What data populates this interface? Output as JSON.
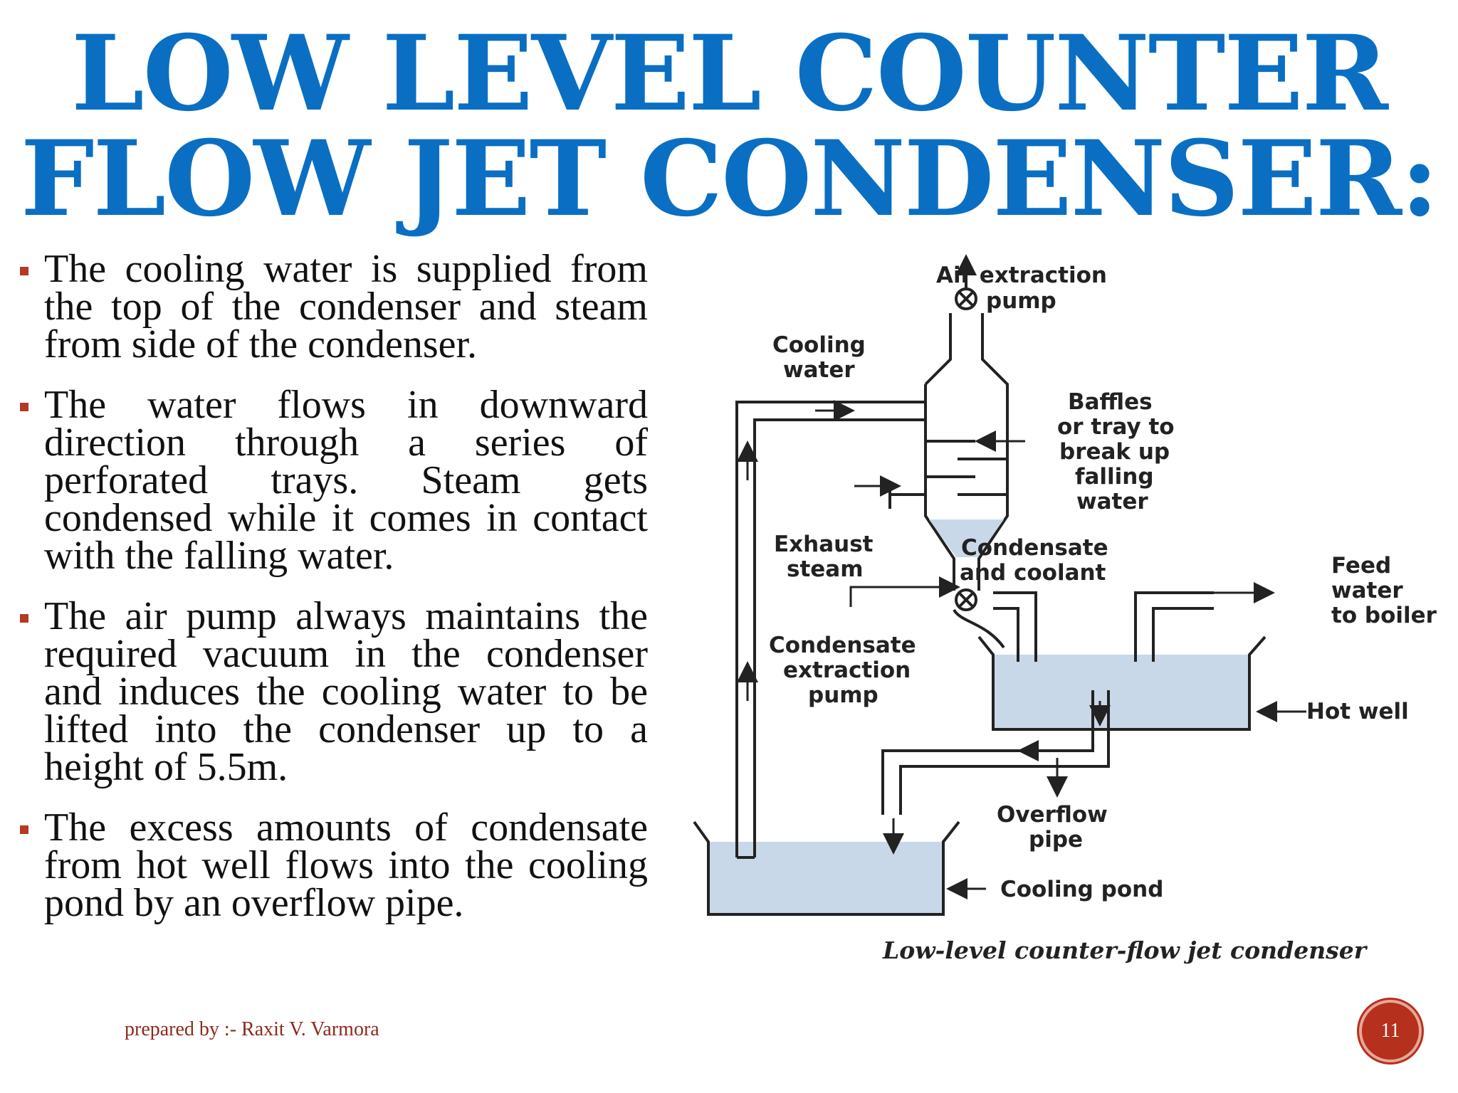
{
  "title": {
    "line1": "LOW LEVEL COUNTER",
    "line2": "FLOW JET CONDENSER:"
  },
  "bullets": [
    "The cooling water is supplied from the top of the condenser and steam from side of the condenser.",
    "The water flows in downward direction through a series of perforated trays. Steam gets condensed while it comes in contact with the falling water.",
    "The air pump always maintains the required vacuum in the condenser and induces the cooling water to be lifted into the condenser up to a height of 5.5m.",
    "The excess amounts of condensate from hot well flows into the cooling pond by an overflow pipe."
  ],
  "diagram": {
    "labels": {
      "air_extraction_1": "Air extraction",
      "air_extraction_2": "pump",
      "cooling_water_1": "Cooling",
      "cooling_water_2": "water",
      "baffles_1": "Baffles",
      "baffles_2": "or tray to",
      "baffles_3": "break up",
      "baffles_4": "falling",
      "baffles_5": "water",
      "exhaust_1": "Exhaust",
      "exhaust_2": "steam",
      "condensate_coolant_1": "Condensate",
      "condensate_coolant_2": "and coolant",
      "feed_water_1": "Feed",
      "feed_water_2": "water",
      "feed_water_3": "to boiler",
      "cep_1": "Condensate",
      "cep_2": "extraction",
      "cep_3": "pump",
      "hot_well": "Hot well",
      "overflow_1": "Overflow",
      "overflow_2": "pipe",
      "cooling_pond": "Cooling pond"
    },
    "caption": "Low-level counter-flow jet condenser"
  },
  "footer": "prepared by :- Raxit V. Varmora",
  "page_number": "11",
  "colors": {
    "title": "#0a6fc2",
    "accent": "#b5301d",
    "water": "#c9d8e8"
  }
}
